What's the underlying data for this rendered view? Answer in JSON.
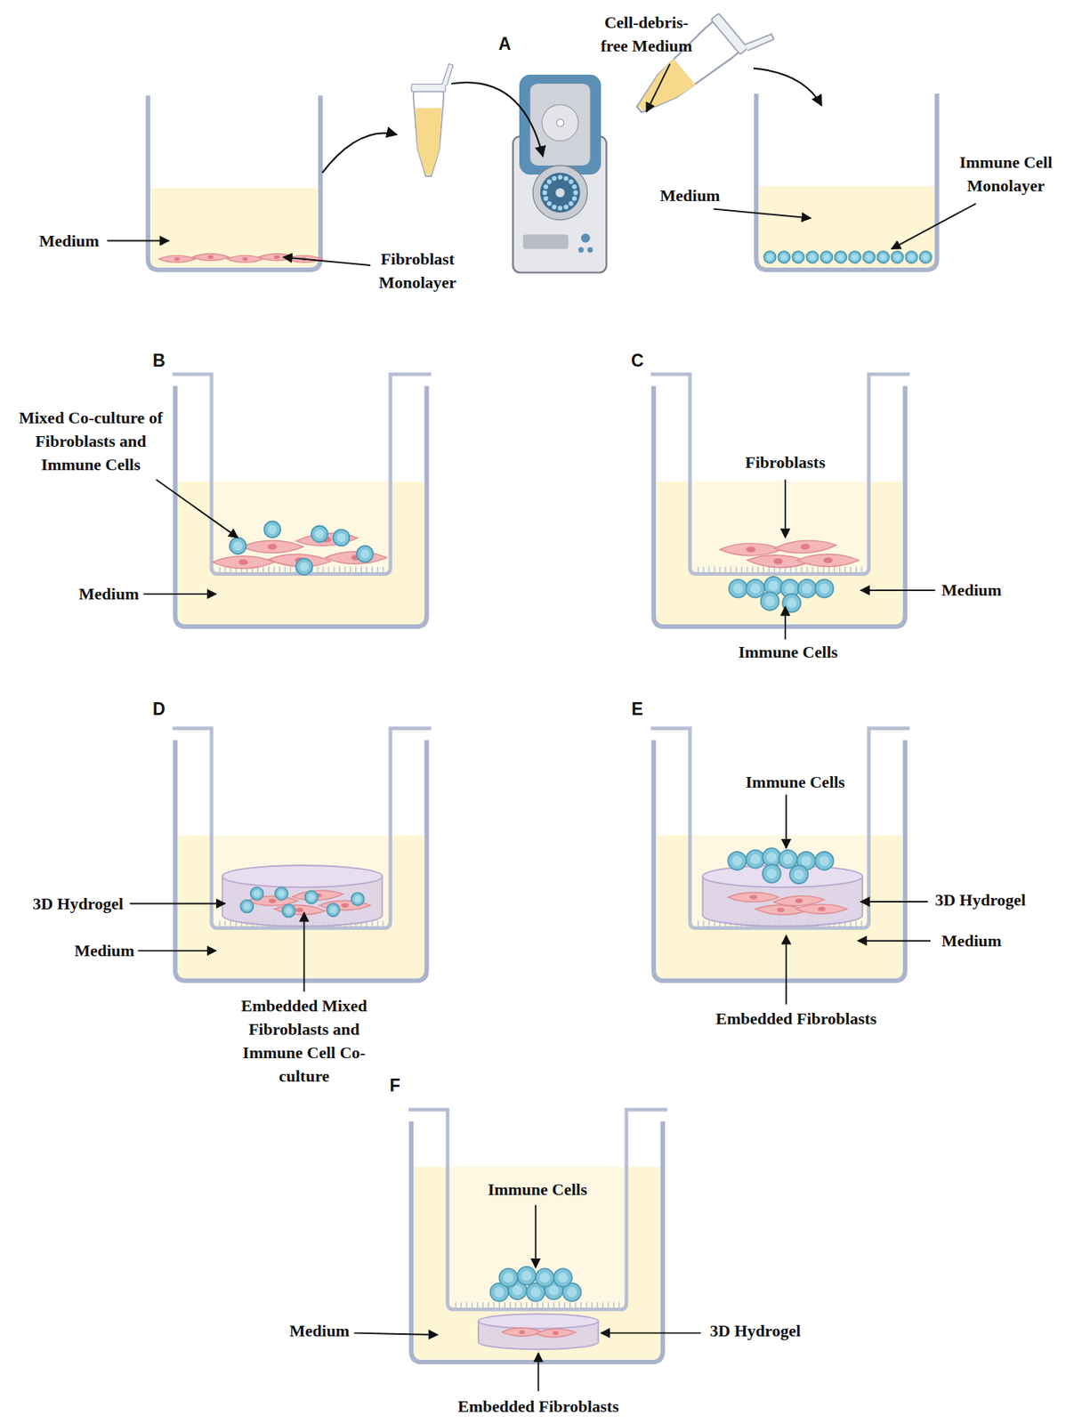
{
  "diagram": {
    "labels": [
      "A",
      "Cell-debris-free Medium",
      "Medium",
      "Fibroblast Monolayer",
      "Medium",
      "Immune Cell Monolayer",
      "B",
      "Mixed Co-culture of Fibroblasts and Immune Cells",
      "Medium",
      "C",
      "Fibroblasts",
      "Medium",
      "Immune Cells",
      "D",
      "3D Hydrogel",
      "Medium",
      "Embedded Mixed Fibroblasts and Immune Cell Co-culture",
      "E",
      "Immune Cells",
      "3D Hydrogel",
      "Medium",
      "Embedded Fibroblasts",
      "F",
      "Immune Cells",
      "Medium",
      "3D Hydrogel",
      "Embedded Fibroblasts"
    ]
  }
}
